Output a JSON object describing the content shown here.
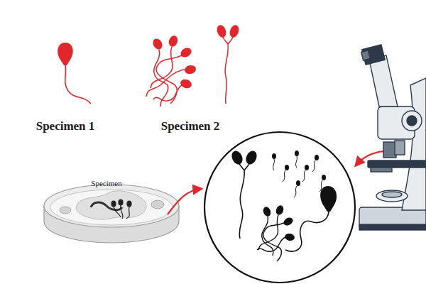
{
  "diagram": {
    "labels": [
      "Specimen 1",
      "Specimen 2",
      "Specimen"
    ]
  }
}
